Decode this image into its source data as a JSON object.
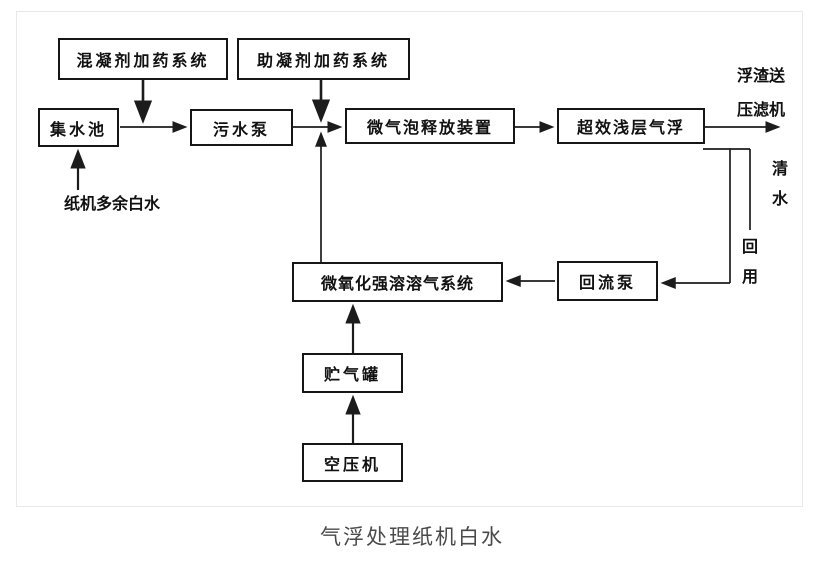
{
  "diagram": {
    "caption": "气浮处理纸机白水",
    "nodes": {
      "coagulant_dosing": {
        "label": "混凝剂加药系统"
      },
      "coagulant_aid_dosing": {
        "label": "助凝剂加药系统"
      },
      "collection_tank": {
        "label": "集水池"
      },
      "sewage_pump": {
        "label": "污水泵"
      },
      "microbubble_release": {
        "label": "微气泡释放装置"
      },
      "shallow_daf": {
        "label": "超效浅层气浮"
      },
      "dissolved_air_system": {
        "label": "微氧化强溶溶气系统"
      },
      "return_pump": {
        "label": "回流泵"
      },
      "air_tank": {
        "label": "贮气罐"
      },
      "air_compressor": {
        "label": "空压机"
      }
    },
    "annotations": {
      "influent": "纸机多余白水",
      "scum_line1": "浮渣送",
      "scum_line2": "压滤机",
      "clean_water": "清水",
      "reuse": "回用"
    },
    "colors": {
      "line": "#1c1c1c",
      "box_border": "#161616",
      "panel_border": "#e8e8e8",
      "caption": "#4a4a4a"
    }
  }
}
